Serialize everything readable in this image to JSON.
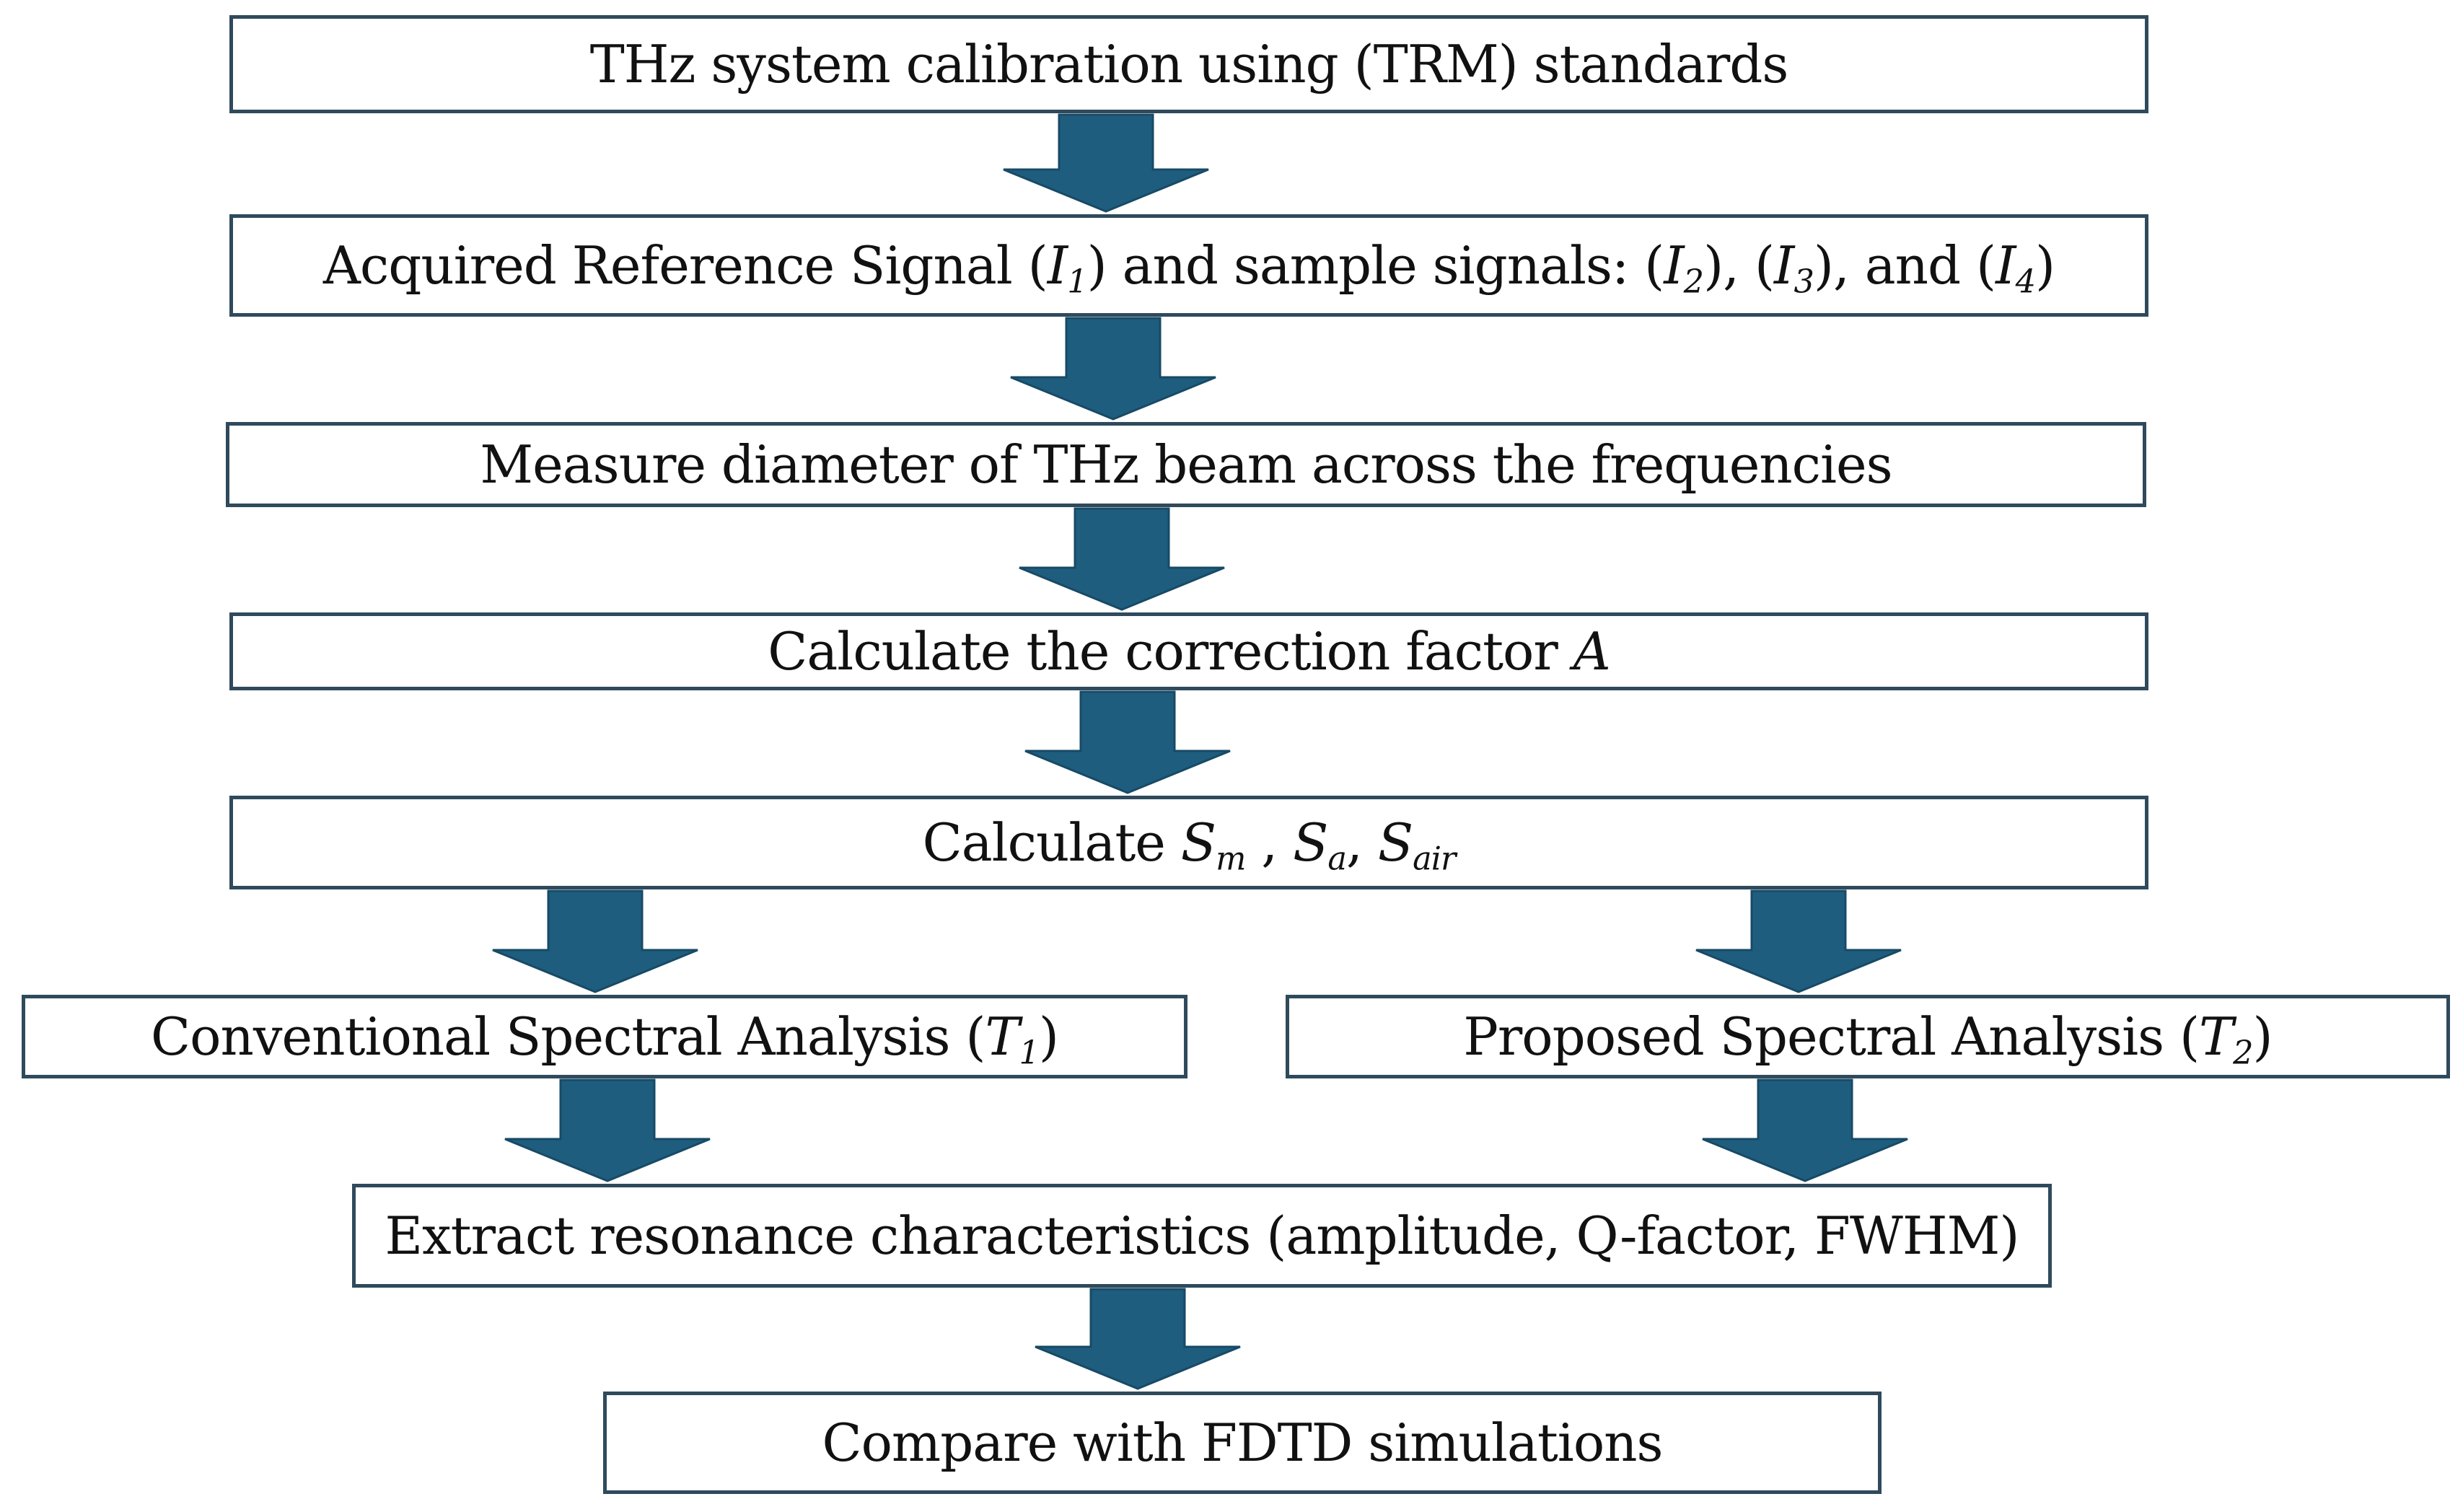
{
  "colors": {
    "arrow_fill": "#1f5d7e",
    "box_border": "#2f4a5c",
    "text": "#111111"
  },
  "steps": {
    "calibration": {
      "text": "THz system calibration using (TRM) standards"
    },
    "acquire": {
      "prefix": "Acquired Reference Signal (",
      "i1_var": "I",
      "i1_sub": "1",
      "mid1": ") and sample signals: (",
      "i2_var": "I",
      "i2_sub": "2",
      "mid2": "), (",
      "i3_var": "I",
      "i3_sub": "3",
      "mid3": "), and (",
      "i4_var": "I",
      "i4_sub": "4",
      "suffix": ")"
    },
    "measure": {
      "text": "Measure diameter of THz beam across the frequencies"
    },
    "correction": {
      "prefix": "Calculate the correction factor ",
      "var": "A"
    },
    "calculate": {
      "prefix": "Calculate ",
      "sm_var": "S",
      "sm_sub": "m",
      "sep1": " , ",
      "sa_var": "S",
      "sa_sub": "a",
      "sep2": ", ",
      "sair_var": "S",
      "sair_sub": "air"
    },
    "conventional": {
      "prefix": "Conventional Spectral Analysis (",
      "var": "T",
      "sub": "1",
      "suffix": ")"
    },
    "proposed": {
      "prefix": "Proposed Spectral Analysis (",
      "var": "T",
      "sub": "2",
      "suffix": ")"
    },
    "extract": {
      "text": "Extract resonance characteristics (amplitude, Q-factor, FWHM)"
    },
    "compare": {
      "text": "Compare with FDTD simulations"
    }
  }
}
